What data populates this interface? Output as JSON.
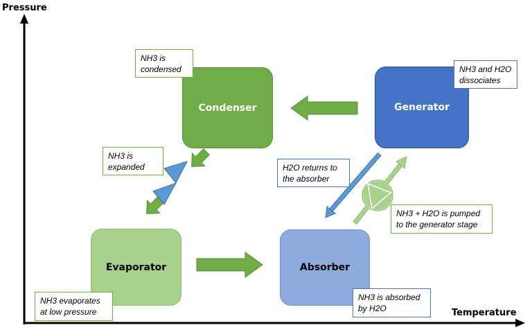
{
  "axes": {
    "y_label": "Pressure",
    "x_label": "Temperature"
  },
  "components": {
    "condenser": "Condenser",
    "generator": "Generator",
    "evaporator": "Evaporator",
    "absorber": "Absorber"
  },
  "notes": {
    "condensed": [
      "NH3 is",
      "condensed"
    ],
    "dissociates": [
      "NH3 and H2O",
      "dissociates"
    ],
    "expanded": [
      "NH3 is",
      "expanded"
    ],
    "returns": [
      "H2O returns to",
      "the absorber"
    ],
    "pumped": [
      "NH3 + H2O is pumped",
      "to the generator stage"
    ],
    "evaporates": [
      "NH3 evaporates",
      "at low pressure"
    ],
    "absorbed": [
      "NH3 is absorbed",
      "by H2O"
    ]
  },
  "colors": {
    "condenser": "#70ad47",
    "generator": "#4472c4",
    "evaporator": "#a9d18e",
    "absorber": "#8faadc",
    "arrow_green": "#70ad47",
    "arrow_blue": "#5b9bd5",
    "pump": "#a9d18e",
    "axis": "#000000"
  },
  "icons": {
    "valve": "expansion-valve-icon",
    "pump": "pump-icon"
  }
}
